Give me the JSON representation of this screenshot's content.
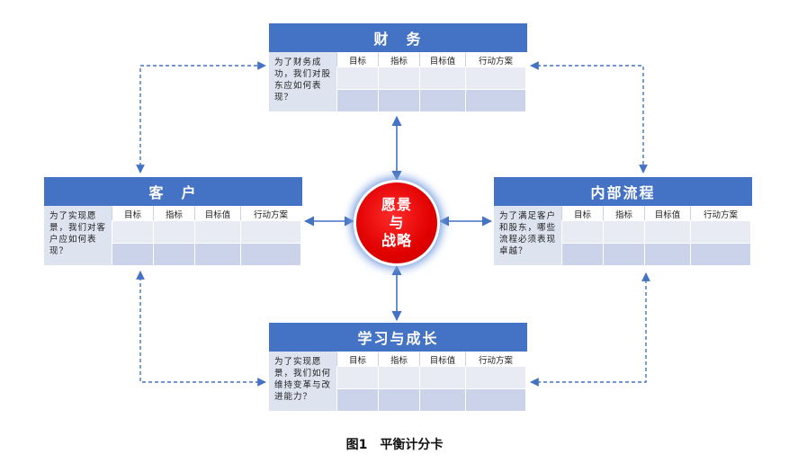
{
  "cards": {
    "finance": {
      "title": "财　务",
      "question": "为了财务成功，我们对股东应如何表现？",
      "headers": [
        "目标",
        "指标",
        "目标值",
        "行动方案"
      ]
    },
    "customer": {
      "title": "客　户",
      "question": "为了实现愿景，我们对客户应如何表现？",
      "headers": [
        "目标",
        "指标",
        "目标值",
        "行动方案"
      ]
    },
    "process": {
      "title": "内部流程",
      "question": "为了满足客户和股东，哪些流程必须表现卓越？",
      "headers": [
        "目标",
        "指标",
        "目标值",
        "行动方案"
      ]
    },
    "learning": {
      "title": "学习与成长",
      "question": "为了实现愿景，我们如何维持变革与改进能力？",
      "headers": [
        "目标",
        "指标",
        "目标值",
        "行动方案"
      ]
    }
  },
  "center": {
    "line1": "愿景",
    "line2": "与",
    "line3": "战略"
  },
  "caption": "图1　平衡计分卡",
  "colors": {
    "header_blue": "#4472c4",
    "center_red": "#e00000",
    "arrow_blue": "#4472c4"
  }
}
